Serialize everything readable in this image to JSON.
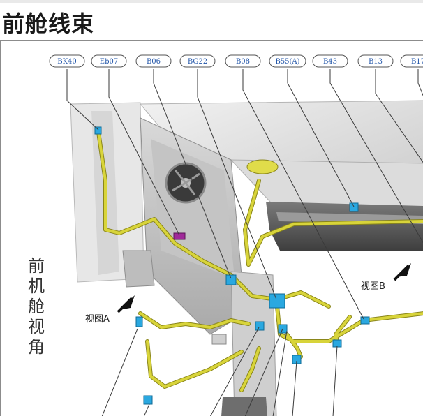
{
  "title": "前舱线束",
  "side_label": [
    "前",
    "机",
    "舱",
    "视",
    "角"
  ],
  "connectors": [
    "BK40",
    "Eb07",
    "B06",
    "BG22",
    "B08",
    "B55(A)",
    "B43",
    "B13",
    "B17"
  ],
  "views": {
    "a": "视图A",
    "b": "视图B"
  },
  "colors": {
    "harness": "#d8d43a",
    "harness_edge": "#8a861a",
    "connector": "#2aa8e0",
    "tag_text": "#2255a8",
    "leader": "#3a3a3a"
  }
}
